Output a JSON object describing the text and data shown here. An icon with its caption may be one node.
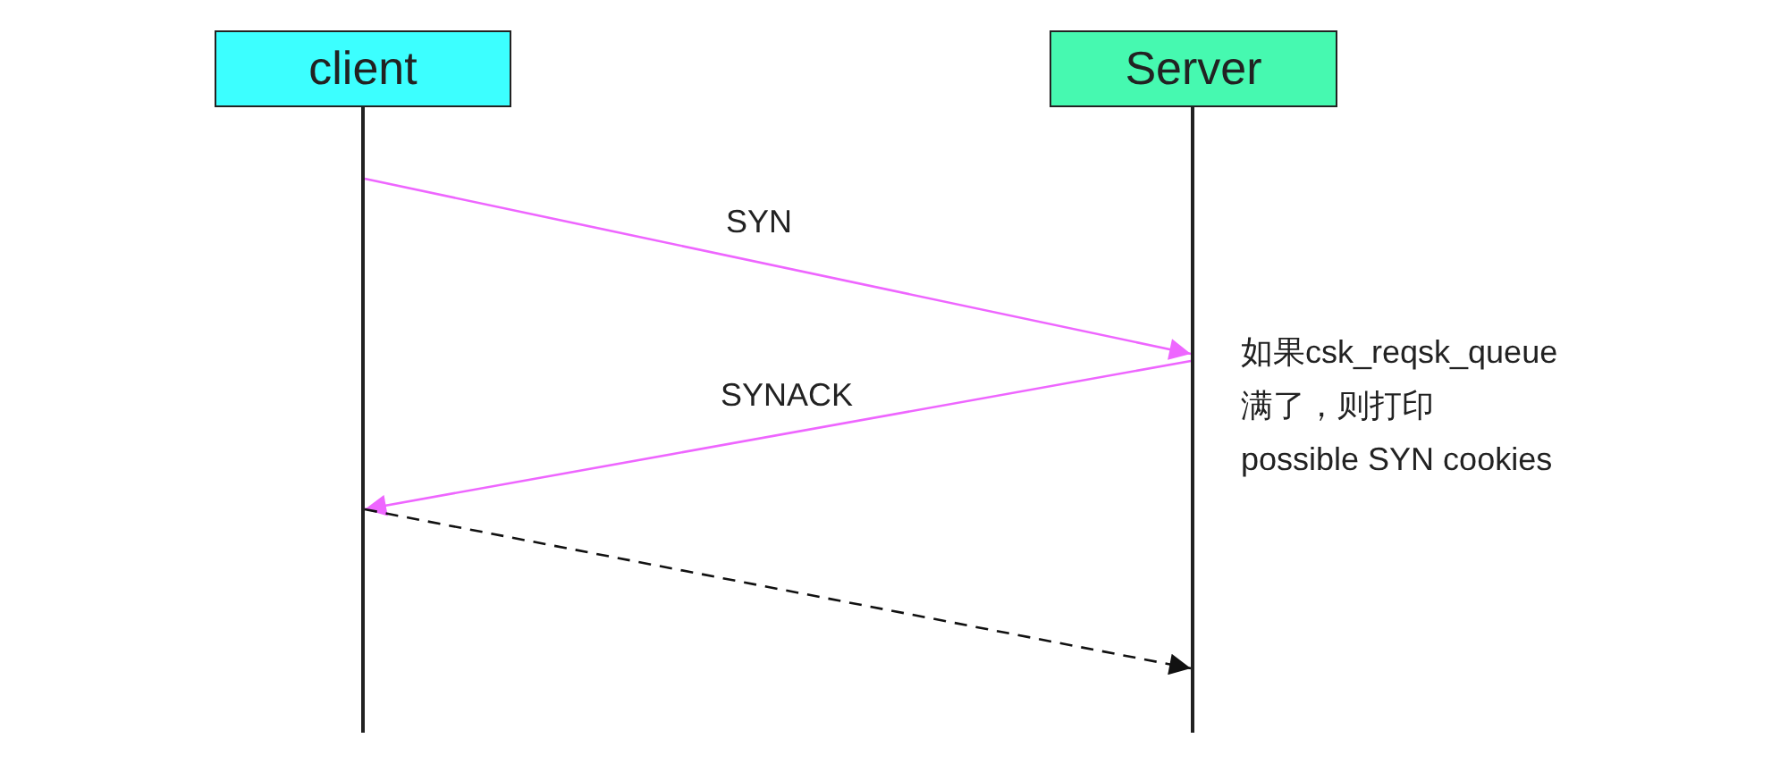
{
  "diagram": {
    "nodes": [
      {
        "text": [
          "client"
        ]
      },
      {
        "text": [
          "Server"
        ]
      },
      {
        "text": [],
        "shape": "line"
      },
      {
        "text": [],
        "shape": "line"
      }
    ],
    "edges": [
      {
        "from": 2,
        "to": 3,
        "arrow": "to",
        "label": "SYN",
        "color": "#ee66ff"
      },
      {
        "from": 3,
        "to": 2,
        "arrow": "to",
        "label": "SYNACK",
        "color": "#ee66ff"
      },
      {
        "from": 2,
        "to": 3,
        "arrow": "to",
        "style": "dashed",
        "color": "#111111"
      }
    ],
    "labels": [
      "如果csk_reqsk_queue 满了，则打印 possible SYN cookies"
    ]
  }
}
